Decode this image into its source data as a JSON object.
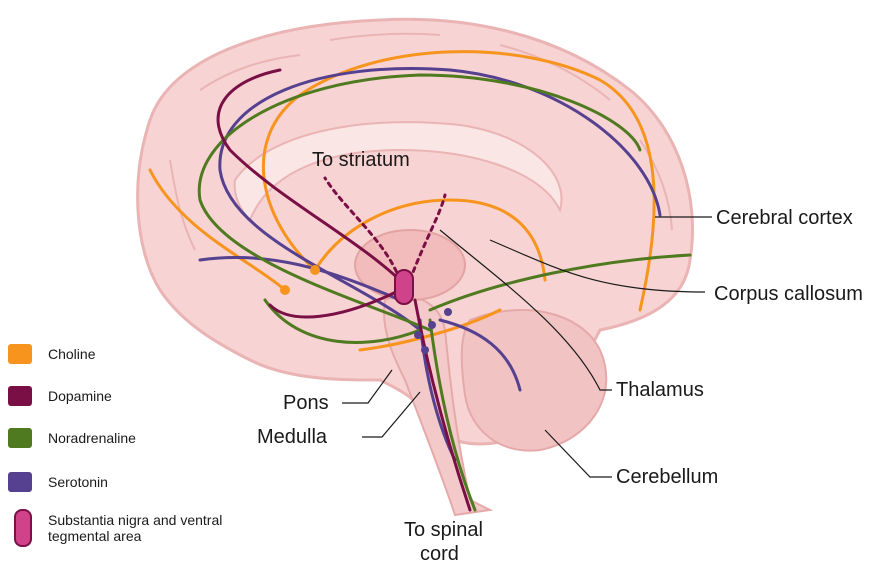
{
  "labels": {
    "to_striatum": "To striatum",
    "cerebral_cortex": "Cerebral cortex",
    "corpus_callosum": "Corpus callosum",
    "thalamus": "Thalamus",
    "cerebellum": "Cerebellum",
    "pons": "Pons",
    "medulla": "Medulla",
    "to_spinal_cord_line1": "To spinal",
    "to_spinal_cord_line2": "cord"
  },
  "legend": [
    {
      "label": "Choline",
      "color": "#f7941d"
    },
    {
      "label": "Dopamine",
      "color": "#7a0f45"
    },
    {
      "label": "Noradrenaline",
      "color": "#4f7a1f"
    },
    {
      "label": "Serotonin",
      "color": "#55418f"
    }
  ],
  "legend_sn": {
    "line1": "Substantia nigra and ventral",
    "line2": "tegmental area",
    "fill": "#d0428a",
    "border": "#7a1046"
  },
  "colors": {
    "brain_fill": "#f7d3d3",
    "brain_outline": "#eab4b4",
    "choline": "#f7941d",
    "dopamine": "#7a0f45",
    "noradrenaline": "#4f7a1f",
    "serotonin": "#55418f"
  }
}
